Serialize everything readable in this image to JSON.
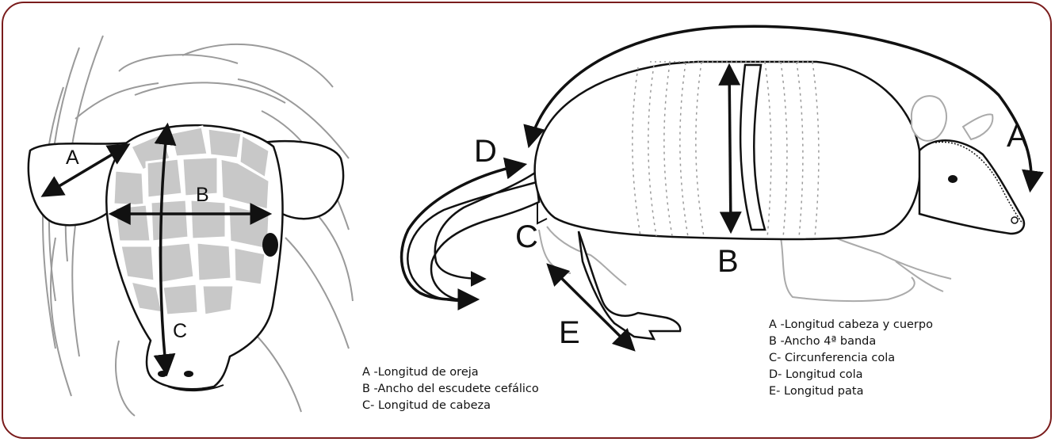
{
  "head_diagram": {
    "labels": {
      "a": "A",
      "b": "B",
      "c": "C"
    },
    "legend": [
      "A -Longitud de oreja",
      "B -Ancho del escudete cefálico",
      "C- Longitud de cabeza"
    ]
  },
  "body_diagram": {
    "labels": {
      "a": "A",
      "b": "B",
      "c": "C",
      "d": "D",
      "e": "E"
    },
    "legend": [
      "A -Longitud cabeza y cuerpo",
      "B -Ancho 4ª banda",
      "C- Circunferencia cola",
      "D- Longitud cola",
      "E- Longitud pata"
    ]
  },
  "colors": {
    "border": "#7a1c1c",
    "shield": "#c8c8c8",
    "outline": "#111111",
    "hair": "#999999"
  }
}
